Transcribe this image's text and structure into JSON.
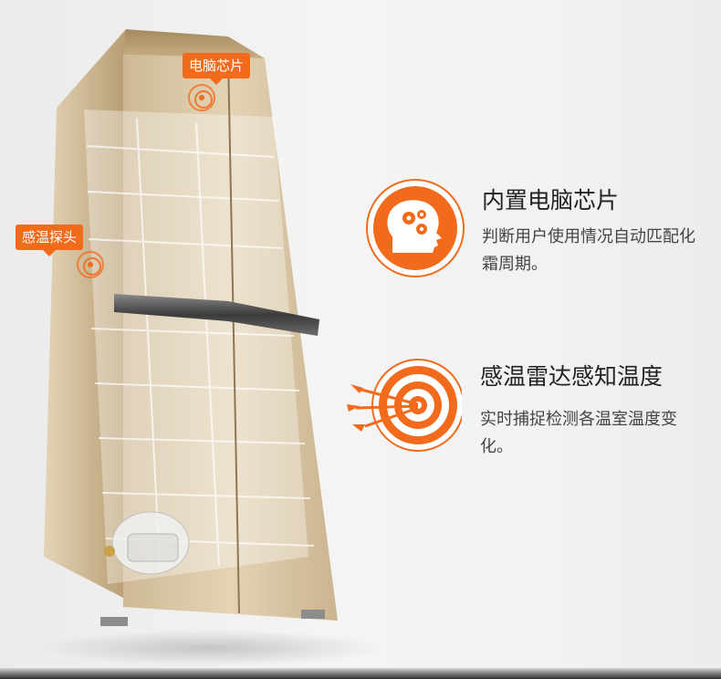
{
  "labels": {
    "chip_tag": "电脑芯片",
    "probe_tag": "感温探头"
  },
  "features": [
    {
      "title": "内置电脑芯片",
      "description": "判断用户使用情况自动匹配化霜周期。",
      "icon": "brain-gears-icon"
    },
    {
      "title": "感温雷达感知温度",
      "description": "实时捕捉检测各温室温度变化。",
      "icon": "target-arrows-icon"
    }
  ],
  "colors": {
    "accent": "#f26a1b",
    "fridge_gold": "#d9c29c",
    "background": "#f0f0f0"
  }
}
